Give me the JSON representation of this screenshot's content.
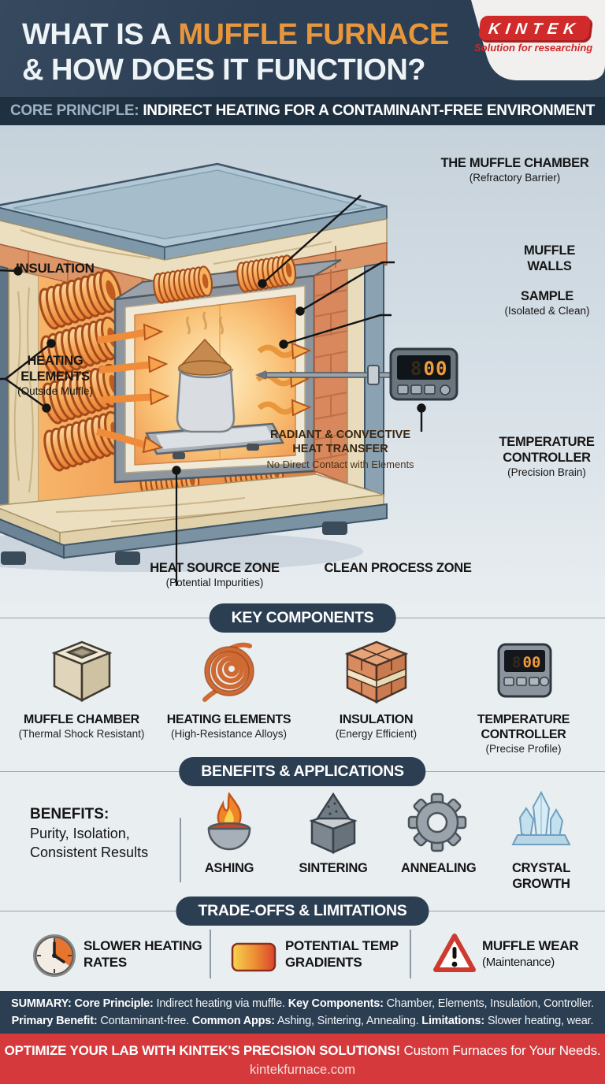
{
  "header": {
    "title_white": "WHAT IS A ",
    "title_orange": "MUFFLE FURNACE",
    "title_line2": "& HOW DOES IT FUNCTION?",
    "logo_text": "KINTEK",
    "logo_tagline": "Solution for researching"
  },
  "core_banner": {
    "label": "CORE PRINCIPLE:",
    "text": " INDIRECT HEATING FOR A CONTAMINANT-FREE ENVIRONMENT"
  },
  "diagram": {
    "controller_display": "00",
    "labels": {
      "muffle_chamber": {
        "title": "THE MUFFLE CHAMBER",
        "subtitle": "(Refractory Barrier)"
      },
      "muffle_walls": {
        "line1": "MUFFLE",
        "line2": "WALLS"
      },
      "sample": {
        "title": "SAMPLE",
        "subtitle": "(Isolated & Clean)"
      },
      "insulation": {
        "title": "INSULATION"
      },
      "heating_elements": {
        "line1": "HEATING",
        "line2": "ELEMENTS",
        "subtitle": "(Outside Muffle)"
      },
      "temperature_controller": {
        "line1": "TEMPERATURE",
        "line2": "CONTROLLER",
        "subtitle": "(Precision Brain)"
      },
      "heat_source_zone": {
        "title": "HEAT SOURCE ZONE",
        "subtitle": "(Potential Impurities)"
      },
      "clean_process_zone": {
        "title": "CLEAN PROCESS ZONE"
      },
      "chamber_text": {
        "line1": "RADIANT & CONVECTIVE",
        "line2": "HEAT TRANSFER",
        "line3": "No Direct Contact with Elements"
      }
    }
  },
  "key_components": {
    "heading": "KEY COMPONENTS",
    "items": [
      {
        "title": "MUFFLE CHAMBER",
        "subtitle": "(Thermal Shock Resistant)",
        "icon": "muffle-chamber-cube-icon"
      },
      {
        "title": "HEATING ELEMENTS",
        "subtitle": "(High-Resistance Alloys)",
        "icon": "heating-coil-icon"
      },
      {
        "title": "INSULATION",
        "subtitle": "(Energy Efficient)",
        "icon": "insulation-bricks-icon"
      },
      {
        "title": "TEMPERATURE CONTROLLER",
        "subtitle": "(Precise Profile)",
        "icon": "temperature-controller-icon",
        "display": "00"
      }
    ]
  },
  "benefits": {
    "heading": "BENEFITS & APPLICATIONS",
    "benefits_label": "BENEFITS:",
    "benefits_line1": "Purity, Isolation,",
    "benefits_line2": "Consistent Results",
    "applications": [
      {
        "label": "ASHING",
        "icon": "ashing-flame-bowl-icon"
      },
      {
        "label": "SINTERING",
        "icon": "sintering-block-icon"
      },
      {
        "label": "ANNEALING",
        "icon": "annealing-gear-icon"
      },
      {
        "label": "CRYSTAL GROWTH",
        "icon": "crystal-growth-icon"
      }
    ]
  },
  "tradeoffs": {
    "heading": "TRADE-OFFS & LIMITATIONS",
    "items": [
      {
        "line1": "SLOWER HEATING",
        "line2": "RATES",
        "icon": "clock-icon"
      },
      {
        "line1": "POTENTIAL TEMP",
        "line2": "GRADIENTS",
        "icon": "temp-gradient-icon"
      },
      {
        "line1": "MUFFLE WEAR",
        "line2": "(Maintenance)",
        "icon": "warning-triangle-icon"
      }
    ]
  },
  "summary": {
    "line1": [
      {
        "text": "SUMMARY: Core Principle:",
        "bold": true
      },
      {
        "text": " Indirect heating via muffle. ",
        "bold": false
      },
      {
        "text": "Key Components:",
        "bold": true
      },
      {
        "text": " Chamber, Elements, Insulation, Controller.",
        "bold": false
      }
    ],
    "line2": [
      {
        "text": "Primary Benefit:",
        "bold": true
      },
      {
        "text": " Contaminant-free. ",
        "bold": false
      },
      {
        "text": "Common Apps:",
        "bold": true
      },
      {
        "text": " Ashing, Sintering, Annealing. ",
        "bold": false
      },
      {
        "text": "Limitations:",
        "bold": true
      },
      {
        "text": " Slower heating, wear.",
        "bold": false
      }
    ]
  },
  "footer": {
    "line1_bold": "OPTIMIZE YOUR LAB WITH KINTEK'S PRECISION SOLUTIONS!",
    "line1_rest": " Custom Furnaces for Your Needs.",
    "line2": "kintekfurnace.com"
  },
  "colors": {
    "navy": "#2b3e52",
    "navy_dark": "#1f3040",
    "accent_orange": "#e8963c",
    "footer_red": "#d6393c",
    "section_bg": "#e9eef1",
    "heat_orange": "#ee8c3a",
    "brick": "#d8895e",
    "steel_blue": "#9fb5c2"
  }
}
